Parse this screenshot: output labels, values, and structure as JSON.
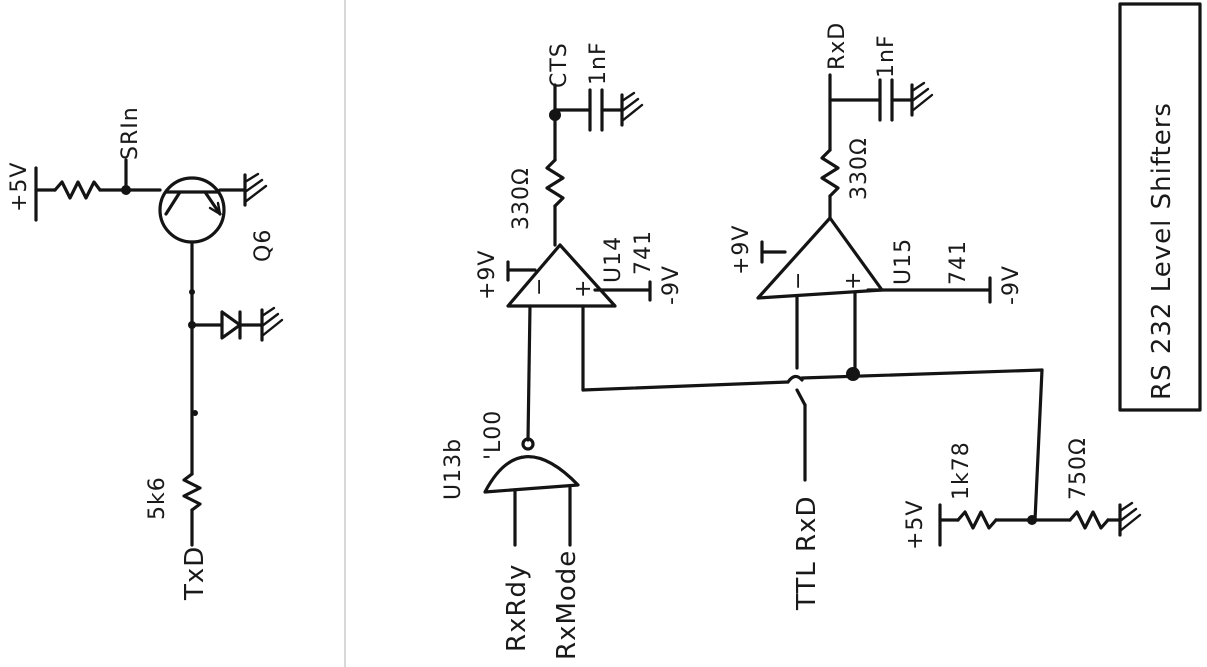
{
  "colors": {
    "ink": "#141414",
    "paper": "#ffffff",
    "page_edge": "#d8d8d8"
  },
  "left_page": {
    "supply": "+5V",
    "node_label": "SRIn",
    "transistor": "Q6",
    "resistor": "5k6",
    "signal": "TxD"
  },
  "right_page": {
    "title": "RS 232   Level Shifters",
    "cts": {
      "signal": "CTS",
      "cap": "1nF",
      "resistor": "330Ω"
    },
    "rxd": {
      "signal": "RxD",
      "cap": "1nF",
      "resistor": "330Ω"
    },
    "u14": {
      "ref": "U14",
      "part": "741",
      "vplus": "+9V",
      "vminus": "-9V",
      "inv": "−",
      "noninv": "+"
    },
    "u15": {
      "ref": "U15",
      "part": "741",
      "vplus": "+9V",
      "vminus": "-9V",
      "inv": "−",
      "noninv": "+"
    },
    "gate": {
      "ref": "U13b",
      "part": "'L00"
    },
    "inputs": {
      "rxrdy": "RxRdy",
      "rxmode": "RxMode",
      "ttl_rxd": "TTL RxD"
    },
    "divider": {
      "supply": "+5V",
      "r_top": "1k78",
      "r_bottom": "750Ω"
    }
  }
}
